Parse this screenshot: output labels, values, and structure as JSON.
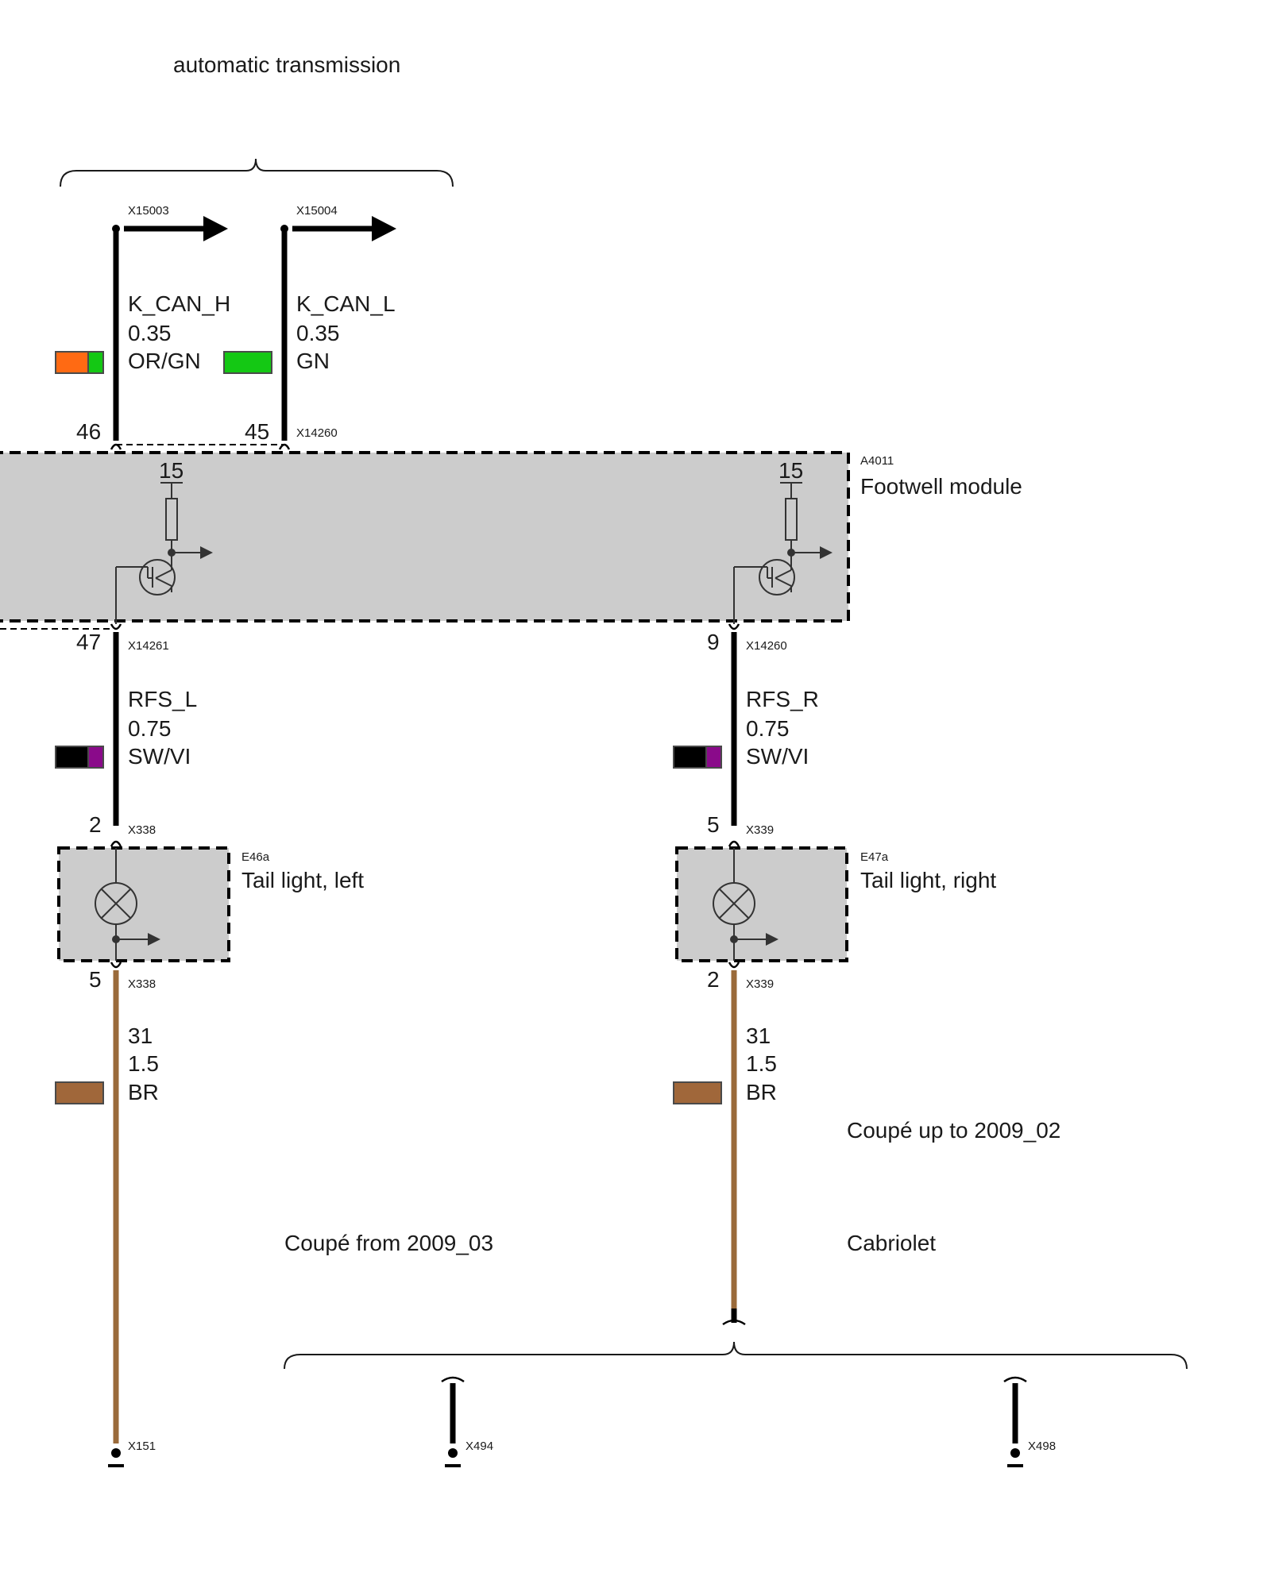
{
  "colors": {
    "wire_black": "#000000",
    "wire_brown": "#9a6a3a",
    "orange": "#ff6a13",
    "green": "#14c814",
    "violet": "#8a0a8a",
    "brown": "#a0673a",
    "module_fill": "#cccccc"
  },
  "icons": {
    "lamp": "lamp-cross-icon",
    "transistor": "transistor-icon",
    "resistor": "resistor-icon",
    "arrow": "signal-arrow-icon",
    "ground": "ground-icon"
  },
  "groups": {
    "top": "automatic transmission",
    "coupe_before": "Coupé up to 2009_02",
    "coupe_after": "Coupé from 2009_03",
    "cabriolet": "Cabriolet"
  },
  "wires": {
    "kcanh": {
      "name": "K_CAN_H",
      "size": "0.35",
      "color": "OR/GN",
      "connector_top": "X15003",
      "pin": "46"
    },
    "kcanl": {
      "name": "K_CAN_L",
      "size": "0.35",
      "color": "GN",
      "connector_top": "X15004",
      "pin": "45",
      "connector_bottom": "X14260"
    },
    "rfsl": {
      "name": "RFS_L",
      "size": "0.75",
      "color": "SW/VI",
      "pin_top": "47",
      "connector_top": "X14261",
      "pin_bottom": "2",
      "connector_bottom": "X338"
    },
    "rfsr": {
      "name": "RFS_R",
      "size": "0.75",
      "color": "SW/VI",
      "pin_top": "9",
      "connector_top": "X14260",
      "pin_bottom": "5",
      "connector_bottom": "X339"
    },
    "gndl": {
      "name": "31",
      "size": "1.5",
      "color": "BR",
      "pin_top": "5",
      "connector_top": "X338",
      "ground": "X151"
    },
    "gndr": {
      "name": "31",
      "size": "1.5",
      "color": "BR",
      "pin_top": "2",
      "connector_top": "X339"
    }
  },
  "module": {
    "id": "A4011",
    "name": "Footwell module",
    "term_left": "15",
    "term_right": "15"
  },
  "tail_left": {
    "id": "E46a",
    "name": "Tail light, left"
  },
  "tail_right": {
    "id": "E47a",
    "name": "Tail light, right"
  },
  "grounds": {
    "g1": "X494",
    "g2": "X498"
  }
}
